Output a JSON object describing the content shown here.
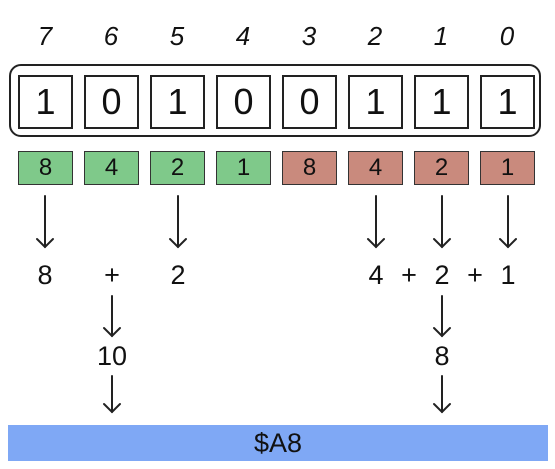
{
  "bit_indices": [
    "7",
    "6",
    "5",
    "4",
    "3",
    "2",
    "1",
    "0"
  ],
  "bits": [
    "1",
    "0",
    "1",
    "0",
    "0",
    "1",
    "1",
    "1"
  ],
  "weights": [
    "8",
    "4",
    "2",
    "1",
    "8",
    "4",
    "2",
    "1"
  ],
  "colors": {
    "high_nibble": "#7fc98a",
    "low_nibble": "#c98a7d",
    "result_bar": "#7fa8f5"
  },
  "high_sum": {
    "terms": [
      "8",
      "2"
    ],
    "operator": "+",
    "total": "10"
  },
  "low_sum": {
    "terms": [
      "4",
      "2",
      "1"
    ],
    "operators": [
      "+",
      "+"
    ],
    "total": "8"
  },
  "result": "$A8"
}
